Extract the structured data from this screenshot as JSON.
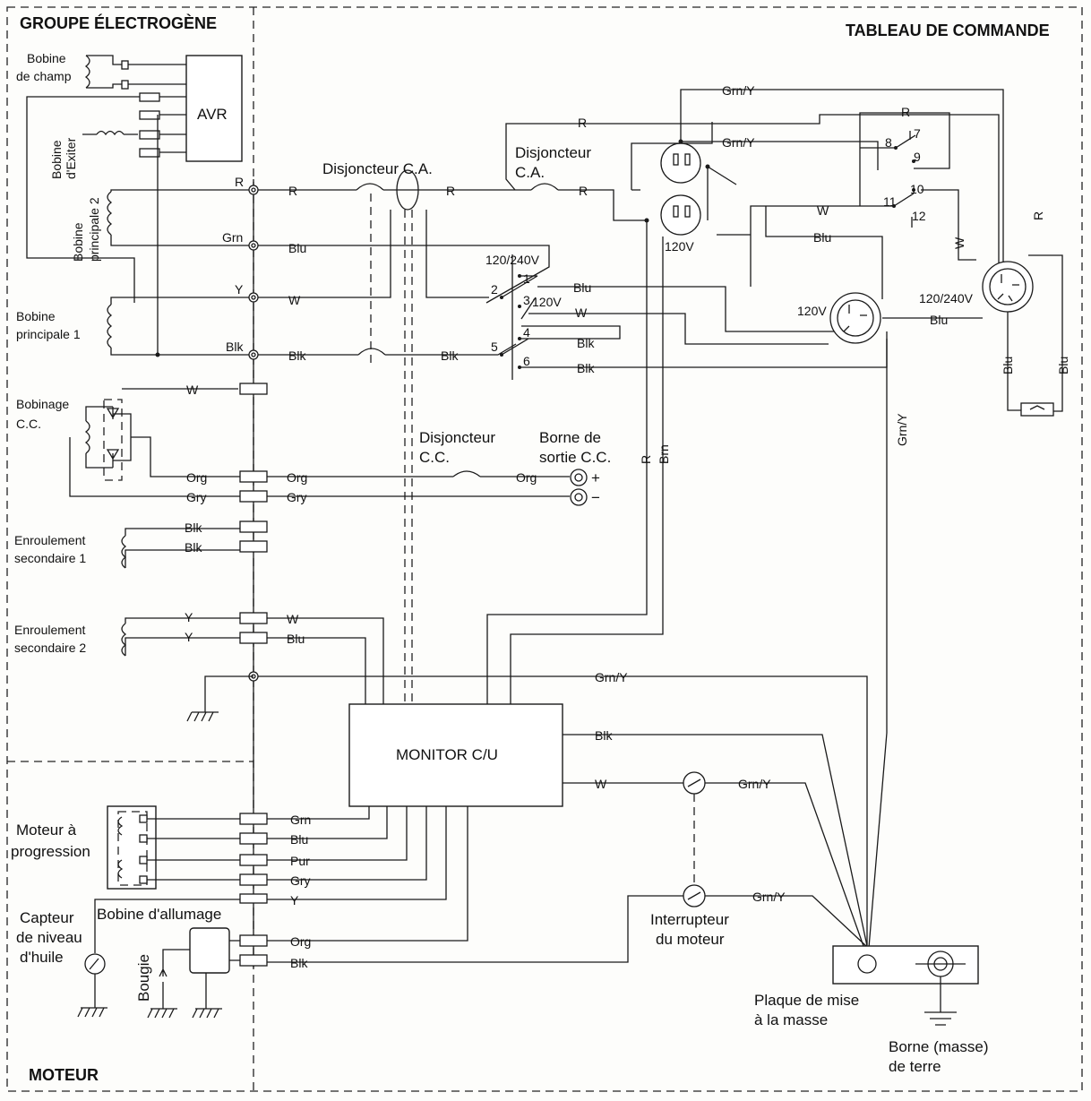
{
  "sections": {
    "generator": "GROUPE ÉLECTROGÈNE",
    "control_panel": "TABLEAU DE COMMANDE",
    "engine": "MOTEUR"
  },
  "components": {
    "avr": "AVR",
    "field_coil_1": "Bobine",
    "field_coil_2": "de champ",
    "exciter_coil_1": "Bobine",
    "exciter_coil_2": "d'Exiter",
    "main_coil2_1": "Bobine",
    "main_coil2_2": "principale 2",
    "main_coil1_1": "Bobine",
    "main_coil1_2": "principale 1",
    "dc_winding_1": "Bobinage",
    "dc_winding_2": "C.C.",
    "sec_winding1_1": "Enroulement",
    "sec_winding1_2": "secondaire 1",
    "sec_winding2_1": "Enroulement",
    "sec_winding2_2": "secondaire 2",
    "ac_breaker_main": "Disjoncteur C.A.",
    "ac_breaker2_1": "Disjoncteur",
    "ac_breaker2_2": "C.A.",
    "dc_breaker_1": "Disjoncteur",
    "dc_breaker_2": "C.C.",
    "dc_output_1": "Borne de",
    "dc_output_2": "sortie C.C.",
    "monitor": "MONITOR C/U",
    "stepper_1": "Moteur à",
    "stepper_2": "progression",
    "oil_sensor_1": "Capteur",
    "oil_sensor_2": "de niveau",
    "oil_sensor_3": "d'huile",
    "ignition_coil": "Bobine d'allumage",
    "spark_plug": "Bougie",
    "engine_switch_1": "Interrupteur",
    "engine_switch_2": "du moteur",
    "ground_plate_1": "Plaque de mise",
    "ground_plate_2": "à la masse",
    "ground_terminal_1": "Borne (masse)",
    "ground_terminal_2": "de terre"
  },
  "voltages": {
    "v120_receptacle": "120V",
    "v120_twistlock": "120V",
    "v120_240_twistlock": "120/240V",
    "sw_120_240": "120/240V",
    "sw_120": "120V"
  },
  "wire_labels": {
    "r": "R",
    "grn": "Grn",
    "y": "Y",
    "blk": "Blk",
    "w": "W",
    "blu": "Blu",
    "org": "Org",
    "gry": "Gry",
    "grn_y": "Grn/Y",
    "brn": "Brn",
    "pur": "Pur"
  },
  "switch_pins": [
    "1",
    "2",
    "3",
    "4",
    "5",
    "6",
    "7",
    "8",
    "9",
    "10",
    "11",
    "12"
  ],
  "polarity": {
    "plus": "+",
    "minus": "−"
  }
}
